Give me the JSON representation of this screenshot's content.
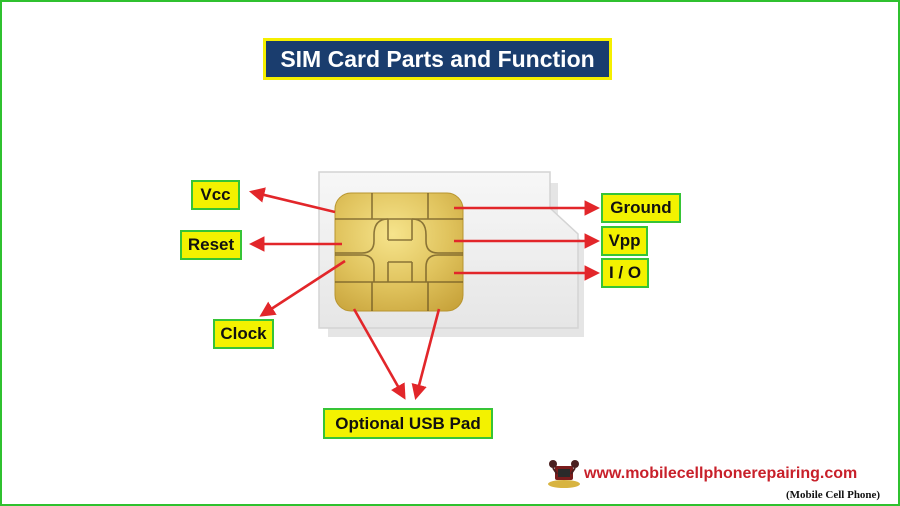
{
  "title": "SIM Card Parts and Function",
  "labels": {
    "vcc": "Vcc",
    "reset": "Reset",
    "clock": "Clock",
    "ground": "Ground",
    "vpp": "Vpp",
    "io": "I / O",
    "usb": "Optional USB Pad"
  },
  "footer": {
    "website": "www.mobilecellphonerepairing.com",
    "subtitle": "(Mobile Cell Phone)"
  },
  "colors": {
    "border": "#2fc12f",
    "title_bg": "#1a3d6e",
    "title_border": "#f5ef00",
    "label_bg": "#f3f200",
    "label_border": "#36c436",
    "arrow": "#e2262a",
    "chip_gold": "#dcbf5a",
    "website": "#c8202a"
  }
}
